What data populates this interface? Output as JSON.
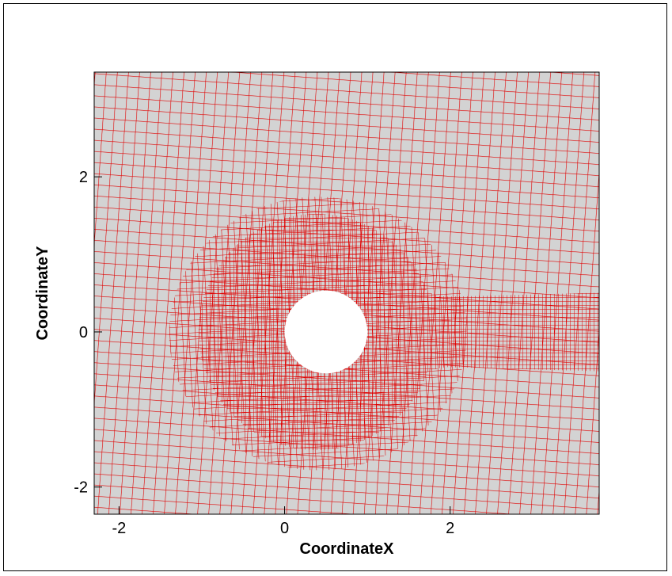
{
  "figure": {
    "type": "unstructured quadrilateral mesh around a circular cylinder",
    "xlabel": "CoordinateX",
    "ylabel": "CoordinateY",
    "xlim": [
      -2.3,
      3.8
    ],
    "ylim": [
      -2.35,
      3.35
    ],
    "x_ticks": [
      {
        "value": -2,
        "label": "-2"
      },
      {
        "value": 0,
        "label": "0"
      },
      {
        "value": 2,
        "label": "2"
      }
    ],
    "y_ticks": [
      {
        "value": -2,
        "label": "-2"
      },
      {
        "value": 0,
        "label": "0"
      },
      {
        "value": 2,
        "label": "2"
      }
    ],
    "cylinder": {
      "center_x": 0.5,
      "center_y": 0.0,
      "radius": 0.5
    },
    "colors": {
      "background": "#d3d3d3",
      "mesh": "#e00000",
      "cylinder_fill": "#ffffff"
    }
  }
}
